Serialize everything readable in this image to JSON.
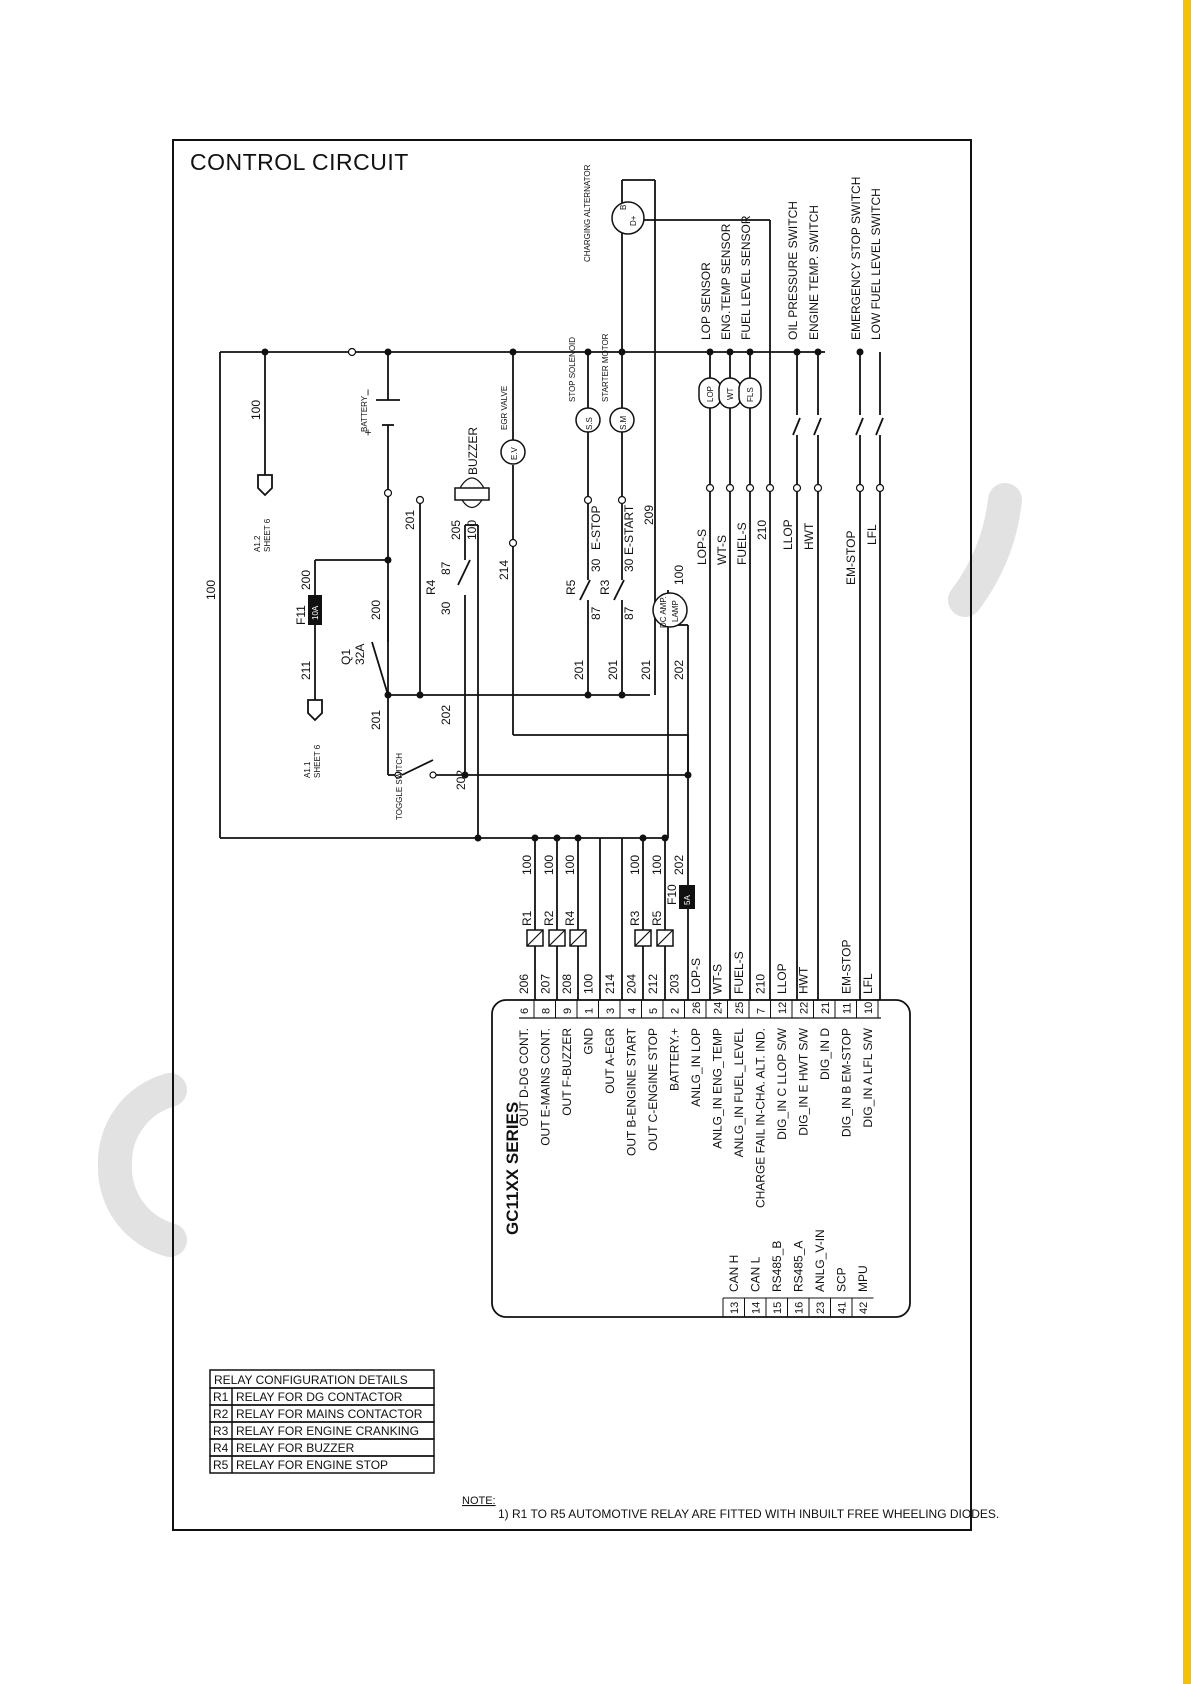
{
  "accent_color": "#f5c100",
  "watermark_color": "#e2e2e2",
  "diagram": {
    "title": "CONTROL CIRCUIT",
    "controller": {
      "series": "GC11XX SERIES",
      "terminals": [
        {
          "pin": "6",
          "func": "OUT D-DG CONT.",
          "wire": "206"
        },
        {
          "pin": "8",
          "func": "OUT E-MAINS CONT.",
          "wire": "207"
        },
        {
          "pin": "9",
          "func": "OUT F-BUZZER",
          "wire": "208"
        },
        {
          "pin": "1",
          "func": "GND",
          "wire": "100"
        },
        {
          "pin": "3",
          "func": "OUT A-EGR",
          "wire": "214"
        },
        {
          "pin": "4",
          "func": "OUT B-ENGINE START",
          "wire": "204"
        },
        {
          "pin": "5",
          "func": "OUT C-ENGINE STOP",
          "wire": "212"
        },
        {
          "pin": "2",
          "func": "BATTERY.+",
          "wire": "203"
        },
        {
          "pin": "26",
          "func": "ANLG_IN LOP",
          "wire": "LOP-S"
        },
        {
          "pin": "24",
          "func": "ANLG_IN ENG_TEMP",
          "wire": "WT-S"
        },
        {
          "pin": "25",
          "func": "ANLG_IN FUEL_LEVEL",
          "wire": "FUEL-S"
        },
        {
          "pin": "7",
          "func": "CHARGE FAIL IN-CHA. ALT. IND.",
          "wire": "210"
        },
        {
          "pin": "12",
          "func": "DIG_IN C LLOP S/W",
          "wire": "LLOP"
        },
        {
          "pin": "22",
          "func": "DIG_IN E HWT S/W",
          "wire": "HWT"
        },
        {
          "pin": "21",
          "func": "DIG_IN D",
          "wire": ""
        },
        {
          "pin": "11",
          "func": "DIG_IN B EM-STOP",
          "wire": "EM-STOP"
        },
        {
          "pin": "10",
          "func": "DIG_IN A LFL S/W",
          "wire": "LFL"
        }
      ],
      "comm_terminals": [
        {
          "pin": "13",
          "func": "CAN H"
        },
        {
          "pin": "14",
          "func": "CAN L"
        },
        {
          "pin": "15",
          "func": "RS485_B"
        },
        {
          "pin": "16",
          "func": "RS485_A"
        },
        {
          "pin": "23",
          "func": "ANLG_V-IN"
        },
        {
          "pin": "41",
          "func": "SCP"
        },
        {
          "pin": "42",
          "func": "MPU"
        }
      ]
    },
    "relay_wires": [
      {
        "relay": "R1",
        "wire": "100"
      },
      {
        "relay": "R2",
        "wire": "100"
      },
      {
        "relay": "R4",
        "wire": "100"
      },
      {
        "relay": "R3",
        "wire": "100"
      },
      {
        "relay": "R5",
        "wire": "100"
      }
    ],
    "fuse_f10": {
      "name": "F10",
      "rating": "5A",
      "wire": "202"
    },
    "fuse_f11": {
      "name": "F11",
      "rating": "10A",
      "wire_in": "211",
      "wire_out": "200"
    },
    "breaker_q1": {
      "name": "Q1",
      "rating": "32A",
      "wire": "200"
    },
    "connectors": [
      {
        "name": "A1.2",
        "sheet": "SHEET 6",
        "wire": "100"
      },
      {
        "name": "A1.1",
        "sheet": "SHEET 6",
        "wire": "211"
      }
    ],
    "labels": {
      "battery": "BATTERY",
      "buzzer": "BUZZER",
      "egr_valve": "EGR VALVE",
      "stop_solenoid": "STOP SOLENOID",
      "starter_motor": "STARTER MOTOR",
      "charging_alternator": "CHARGING ALTERNATOR",
      "toggle_switch": "TOGGLE SWITCH",
      "dc_amp": "DC AMP.",
      "lamp": "LAMP",
      "e_stop": "E-STOP",
      "e_start": "E-START",
      "ss": "S.S",
      "sm": "S.M",
      "ev": "E.V",
      "lop": "LOP",
      "wt": "WT",
      "fls": "FLS",
      "r4": "R4",
      "r3": "R3",
      "r5": "R5",
      "n30": "30",
      "n87": "87",
      "plus": "+",
      "minus": "−",
      "alt_b": "B",
      "alt_d": "D+"
    },
    "wires": {
      "w100": "100",
      "w200": "200",
      "w201": "201",
      "w202": "202",
      "w205": "205",
      "w209": "209",
      "w210": "210",
      "w211": "211",
      "w214": "214"
    },
    "sensors": [
      "LOP SENSOR",
      "ENG.TEMP SENSOR",
      "FUEL LEVEL SENSOR",
      "OIL PRESSURE SWITCH",
      "ENGINE TEMP. SWITCH",
      "EMERGENCY STOP SWITCH",
      "LOW FUEL LEVEL SWITCH"
    ],
    "relay_table": {
      "title": "RELAY CONFIGURATION DETAILS",
      "rows": [
        {
          "relay": "R1",
          "desc": "RELAY FOR DG CONTACTOR"
        },
        {
          "relay": "R2",
          "desc": "RELAY FOR MAINS CONTACTOR"
        },
        {
          "relay": "R3",
          "desc": "RELAY FOR ENGINE CRANKING"
        },
        {
          "relay": "R4",
          "desc": "RELAY FOR BUZZER"
        },
        {
          "relay": "R5",
          "desc": "RELAY FOR ENGINE STOP"
        }
      ]
    },
    "note": {
      "heading": "NOTE:",
      "text": "1) R1 TO R5 AUTOMOTIVE RELAY ARE FITTED WITH INBUILT FREE WHEELING DIODES."
    }
  }
}
